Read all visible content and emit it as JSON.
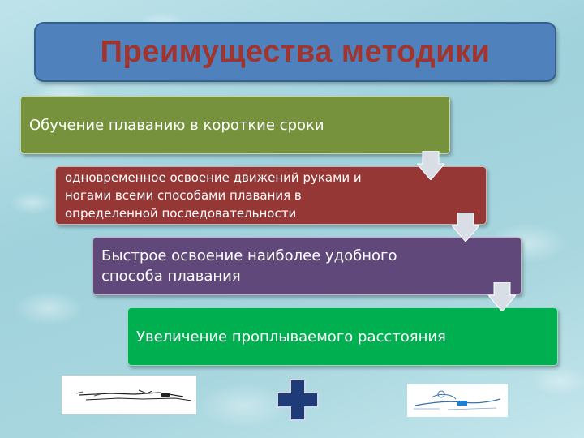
{
  "title": "Преимущества методики",
  "steps": [
    {
      "text": "Обучение плаванию в короткие сроки"
    },
    {
      "lines": [
        "одновременное освоение движений руками и",
        "ногами всеми способами плавания в",
        "определенной последовательности"
      ]
    },
    {
      "lines": [
        "Быстрое освоение наиболее удобного",
        "способа плавания"
      ]
    },
    {
      "text": "Увеличение проплываемого расстояния"
    }
  ],
  "icons": {
    "arrow": "down-arrow-icon",
    "plus": "plus-icon",
    "swimmer_left": "swimmer-sketch-image",
    "swimmer_right": "swimmer-drawing-image"
  },
  "colors": {
    "title_bg": "#4f81bd",
    "title_text": "#a0352f",
    "step1": "#77923c",
    "step2": "#953735",
    "step3": "#60497a",
    "step4": "#00b050",
    "plus": "#1f3c78"
  }
}
